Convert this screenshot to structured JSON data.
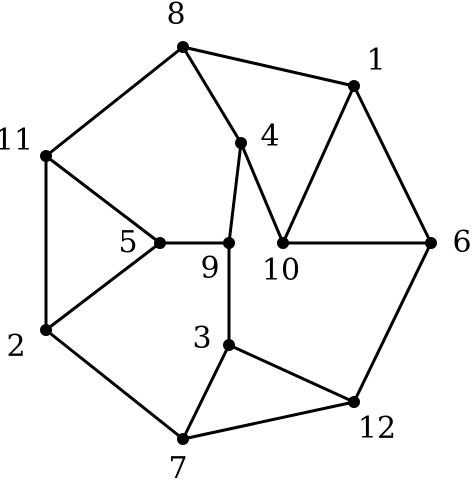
{
  "graph": {
    "nodes": [
      {
        "id": "1",
        "label": "1"
      },
      {
        "id": "2",
        "label": "2"
      },
      {
        "id": "3",
        "label": "3"
      },
      {
        "id": "4",
        "label": "4"
      },
      {
        "id": "5",
        "label": "5"
      },
      {
        "id": "6",
        "label": "6"
      },
      {
        "id": "7",
        "label": "7"
      },
      {
        "id": "8",
        "label": "8"
      },
      {
        "id": "9",
        "label": "9"
      },
      {
        "id": "10",
        "label": "10"
      },
      {
        "id": "11",
        "label": "11"
      },
      {
        "id": "12",
        "label": "12"
      }
    ],
    "edges": [
      [
        "8",
        "1"
      ],
      [
        "8",
        "11"
      ],
      [
        "8",
        "4"
      ],
      [
        "1",
        "10"
      ],
      [
        "1",
        "6"
      ],
      [
        "11",
        "5"
      ],
      [
        "11",
        "2"
      ],
      [
        "4",
        "10"
      ],
      [
        "4",
        "9"
      ],
      [
        "5",
        "9"
      ],
      [
        "10",
        "6"
      ],
      [
        "5",
        "2"
      ],
      [
        "9",
        "3"
      ],
      [
        "6",
        "12"
      ],
      [
        "2",
        "7"
      ],
      [
        "3",
        "12"
      ],
      [
        "3",
        "7"
      ],
      [
        "7",
        "12"
      ]
    ],
    "colors": {
      "ink": "#000000",
      "background": "#ffffff"
    }
  }
}
